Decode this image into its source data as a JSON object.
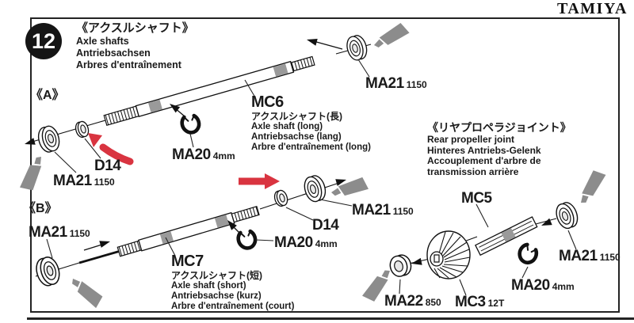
{
  "brand": "TAMIYA",
  "step": {
    "number": "12",
    "title_jp": "《アクスルシャフト》",
    "title_en": "Axle shafts",
    "title_de": "Antriebsachsen",
    "title_fr": "Arbres d'entraînement"
  },
  "sections": {
    "a_label": "《A》",
    "b_label": "《B》"
  },
  "parts": {
    "ma21": {
      "code": "MA21",
      "size": "1150"
    },
    "ma20": {
      "code": "MA20",
      "size": "4mm"
    },
    "ma22": {
      "code": "MA22",
      "size": "850"
    },
    "d14": {
      "code": "D14"
    },
    "mc5": {
      "code": "MC5"
    },
    "mc3": {
      "code": "MC3",
      "size": "12T"
    },
    "mc6": {
      "code": "MC6",
      "desc_jp": "アクスルシャフト(長)",
      "desc_en": "Axle shaft (long)",
      "desc_de": "Antriebsachse (lang)",
      "desc_fr": "Arbre d'entraînement (long)"
    },
    "mc7": {
      "code": "MC7",
      "desc_jp": "アクスルシャフト(短)",
      "desc_en": "Axle shaft (short)",
      "desc_de": "Antriebsachse (kurz)",
      "desc_fr": "Arbre d'entraînement (court)"
    }
  },
  "rear_joint": {
    "title_jp": "《リヤプロペラジョイント》",
    "line_en": "Rear propeller joint",
    "line_de": "Hinteres Antriebs-Gelenk",
    "line_fr1": "Accouplement d'arbre de",
    "line_fr2": "transmission arrière"
  },
  "colors": {
    "highlight_arrow": "#d93440",
    "grease": "#8c8c8c",
    "ink": "#1a1a1a"
  }
}
